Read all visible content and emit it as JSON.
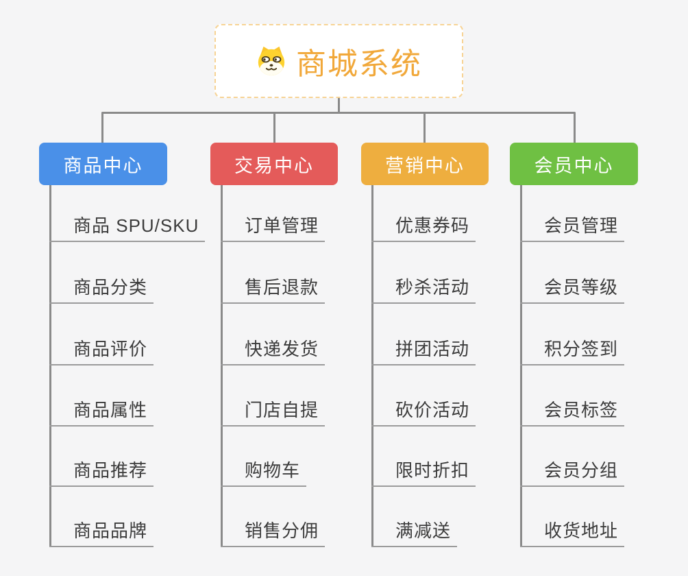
{
  "root": {
    "title": "商城系统",
    "icon": "dog-face-icon"
  },
  "branches": [
    {
      "label": "商品中心",
      "color": "#4a90e8",
      "children": [
        "商品 SPU/SKU",
        "商品分类",
        "商品评价",
        "商品属性",
        "商品推荐",
        "商品品牌"
      ]
    },
    {
      "label": "交易中心",
      "color": "#e45b5a",
      "children": [
        "订单管理",
        "售后退款",
        "快递发货",
        "门店自提",
        "购物车",
        "销售分佣"
      ]
    },
    {
      "label": "营销中心",
      "color": "#eeae3f",
      "children": [
        "优惠券码",
        "秒杀活动",
        "拼团活动",
        "砍价活动",
        "限时折扣",
        "满减送"
      ]
    },
    {
      "label": "会员中心",
      "color": "#6fc043",
      "children": [
        "会员管理",
        "会员等级",
        "积分签到",
        "会员标签",
        "会员分组",
        "收货地址"
      ]
    }
  ],
  "colors": {
    "background": "#f5f5f6",
    "root_title": "#f1a83a",
    "root_border": "#f7d394",
    "connector_line": "#8a8a8a",
    "child_underline": "#9b9b9b",
    "child_text": "#3c3c3c",
    "branch_text": "#ffffff"
  }
}
